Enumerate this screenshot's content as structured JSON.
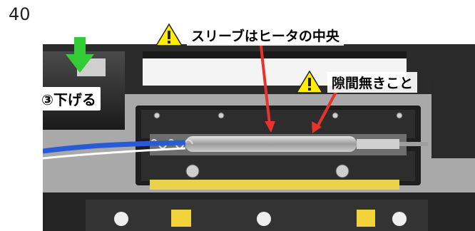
{
  "page": {
    "number": "40"
  },
  "callouts": {
    "sleeve": {
      "text": "スリーブはヒータの中央",
      "icon": "warning-icon"
    },
    "gap": {
      "text": "隙間無きこと",
      "icon": "warning-icon"
    }
  },
  "step": {
    "label": "③下げる",
    "icon": "arrow-down-icon"
  },
  "colors": {
    "warning_yellow": "#ffee00",
    "arrow_red": "#e8322c",
    "arrow_green": "#33cc33",
    "fiber_blue": "#2a5bd7"
  }
}
